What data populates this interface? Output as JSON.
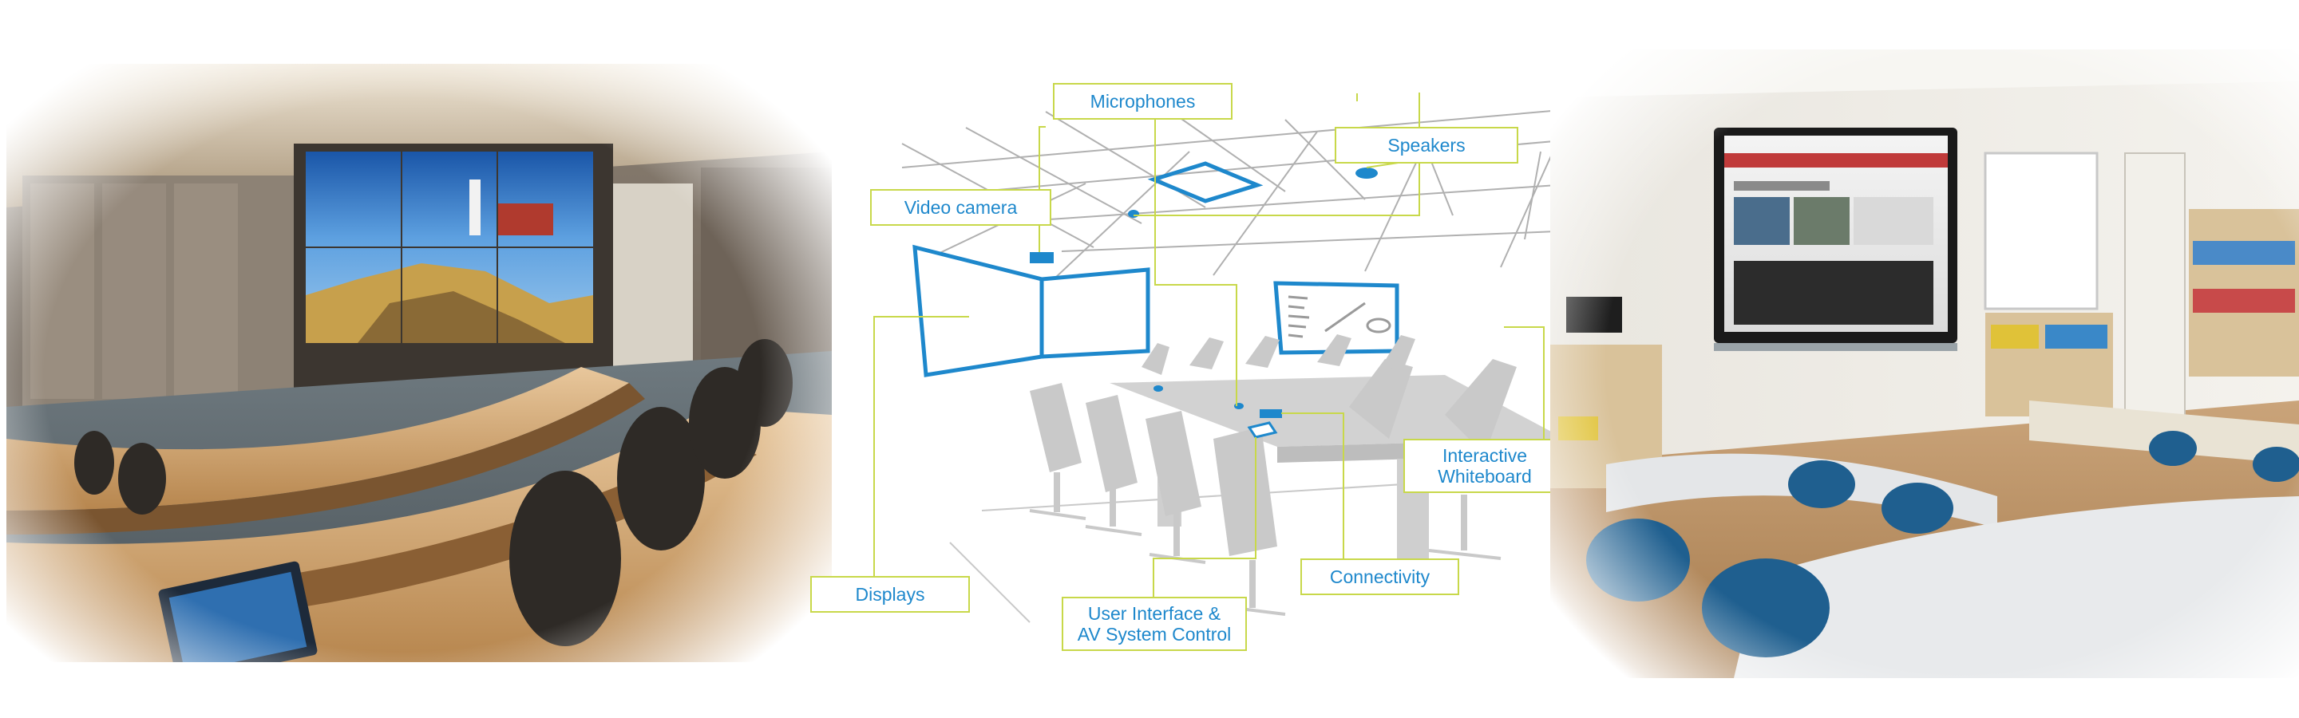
{
  "labels": {
    "microphones": "Microphones",
    "speakers": "Speakers",
    "video_camera": "Video camera",
    "interactive_whiteboard_line1": "Interactive",
    "interactive_whiteboard_line2": "Whiteboard",
    "displays": "Displays",
    "connectivity": "Connectivity",
    "user_interface_line1": "User Interface &",
    "user_interface_line2": "AV System Control"
  },
  "colors": {
    "label_text": "#1e88cc",
    "label_border": "#c8d84a",
    "device_outline": "#1e88cc",
    "furniture": "#c9c9c9",
    "ceiling_grid": "#b0b0b0"
  }
}
